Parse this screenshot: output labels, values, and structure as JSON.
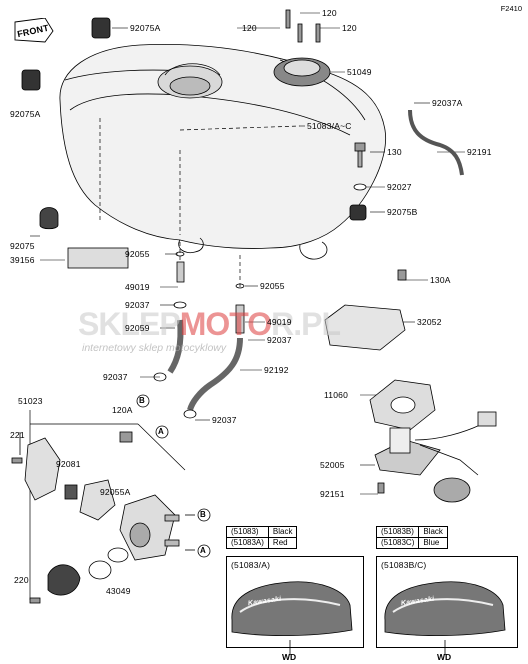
{
  "diagram_code": "F2410",
  "front_label": "FRONT",
  "watermark": {
    "brand_a": "SKLEP",
    "brand_b": "MOTO",
    "brand_c": "R.PL",
    "tagline": "internetowy sklep motocyklowy"
  },
  "parts": {
    "p92075A_top": "92075A",
    "p92075A_left": "92075A",
    "p120_a": "120",
    "p120_b": "120",
    "p120_c": "120",
    "p51049": "51049",
    "p92037A": "92037A",
    "p51083": "51083/A~C",
    "p92191": "92191",
    "p130": "130",
    "p92027": "92027",
    "p92075B": "92075B",
    "p92075": "92075",
    "p39156": "39156",
    "p92055_a": "92055",
    "p49019_a": "49019",
    "p92037_a": "92037",
    "p92055_b": "92055",
    "p130A": "130A",
    "p92059": "92059",
    "p49019_b": "49019",
    "p32052": "32052",
    "p92037_b": "92037",
    "p92037_c": "92037",
    "p92192": "92192",
    "p51023": "51023",
    "p120A": "120A",
    "p92037_d": "92037",
    "p11060": "11060",
    "p221": "221",
    "p92081": "92081",
    "p52005": "52005",
    "p92055A": "92055A",
    "p92151": "92151",
    "p220": "220",
    "p43049": "43049"
  },
  "callouts": {
    "a1": "A",
    "a2": "A",
    "b1": "B",
    "b2": "B"
  },
  "legend_left": [
    {
      "code": "(51083)",
      "color": "Black"
    },
    {
      "code": "(51083A)",
      "color": "Red"
    }
  ],
  "legend_right": [
    {
      "code": "(51083B)",
      "color": "Black"
    },
    {
      "code": "(51083C)",
      "color": "Blue"
    }
  ],
  "variant_left": {
    "title": "(51083/A)",
    "brand": "Kawasaki",
    "foot": "WD"
  },
  "variant_right": {
    "title": "(51083B/C)",
    "brand": "Kawasaki",
    "foot": "WD"
  }
}
